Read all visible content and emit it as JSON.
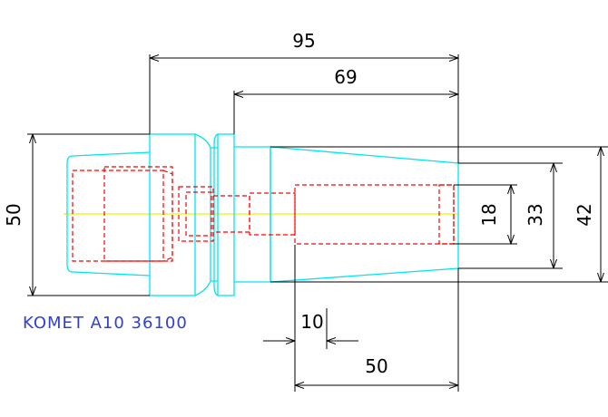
{
  "colors": {
    "body_outline": "#00e5f0",
    "hidden_lines": "#ff0000",
    "centerline": "#f0f000",
    "dimensions": "#000000",
    "label": "#3040d0"
  },
  "label": "KOMET A10 36100",
  "dimensions": {
    "overall_length": "95",
    "shank_length": "69",
    "flange_diameter": "50",
    "bore_diameter": "18",
    "inner_diameter": "33",
    "outer_diameter": "42",
    "step_length": "10",
    "bore_depth": "50"
  }
}
